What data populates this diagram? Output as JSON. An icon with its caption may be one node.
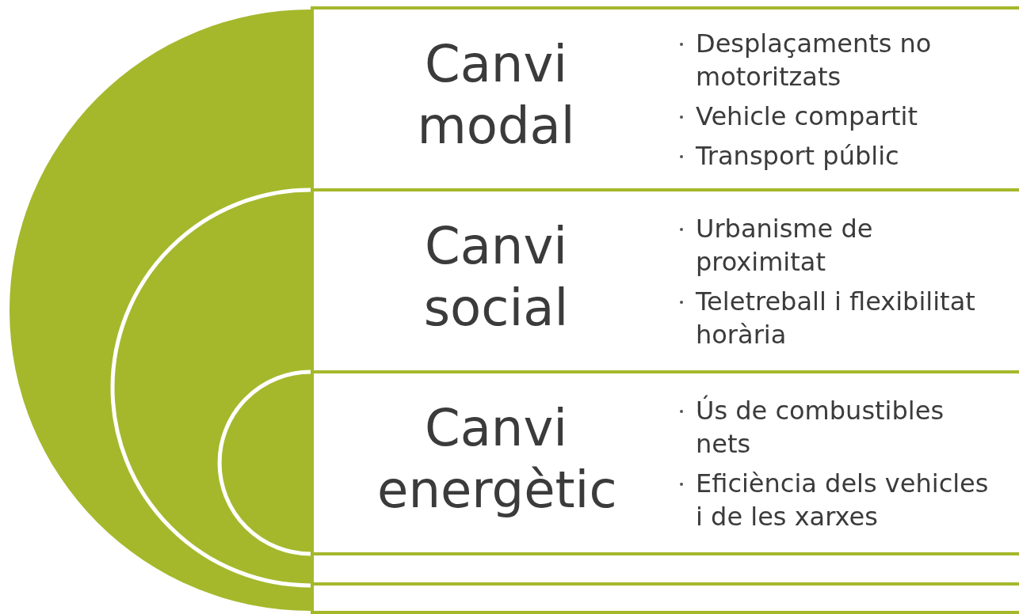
{
  "diagram": {
    "nodes": [
      {
        "text": [
          "Canvi modal",
          "Desplaçaments no motoritzats",
          "Vehicle compartit",
          "Transport públic"
        ]
      },
      {
        "text": [
          "Canvi social",
          "Urbanisme de proximitat",
          "Teletreball i flexibilitat horària"
        ]
      },
      {
        "text": [
          "Canvi energètic",
          "Ús de combustibles nets",
          "Eficiència dels vehicles i de les xarxes"
        ]
      },
      {
        "text": [],
        "shape": "box"
      },
      {
        "text": [],
        "shape": "box"
      }
    ]
  }
}
